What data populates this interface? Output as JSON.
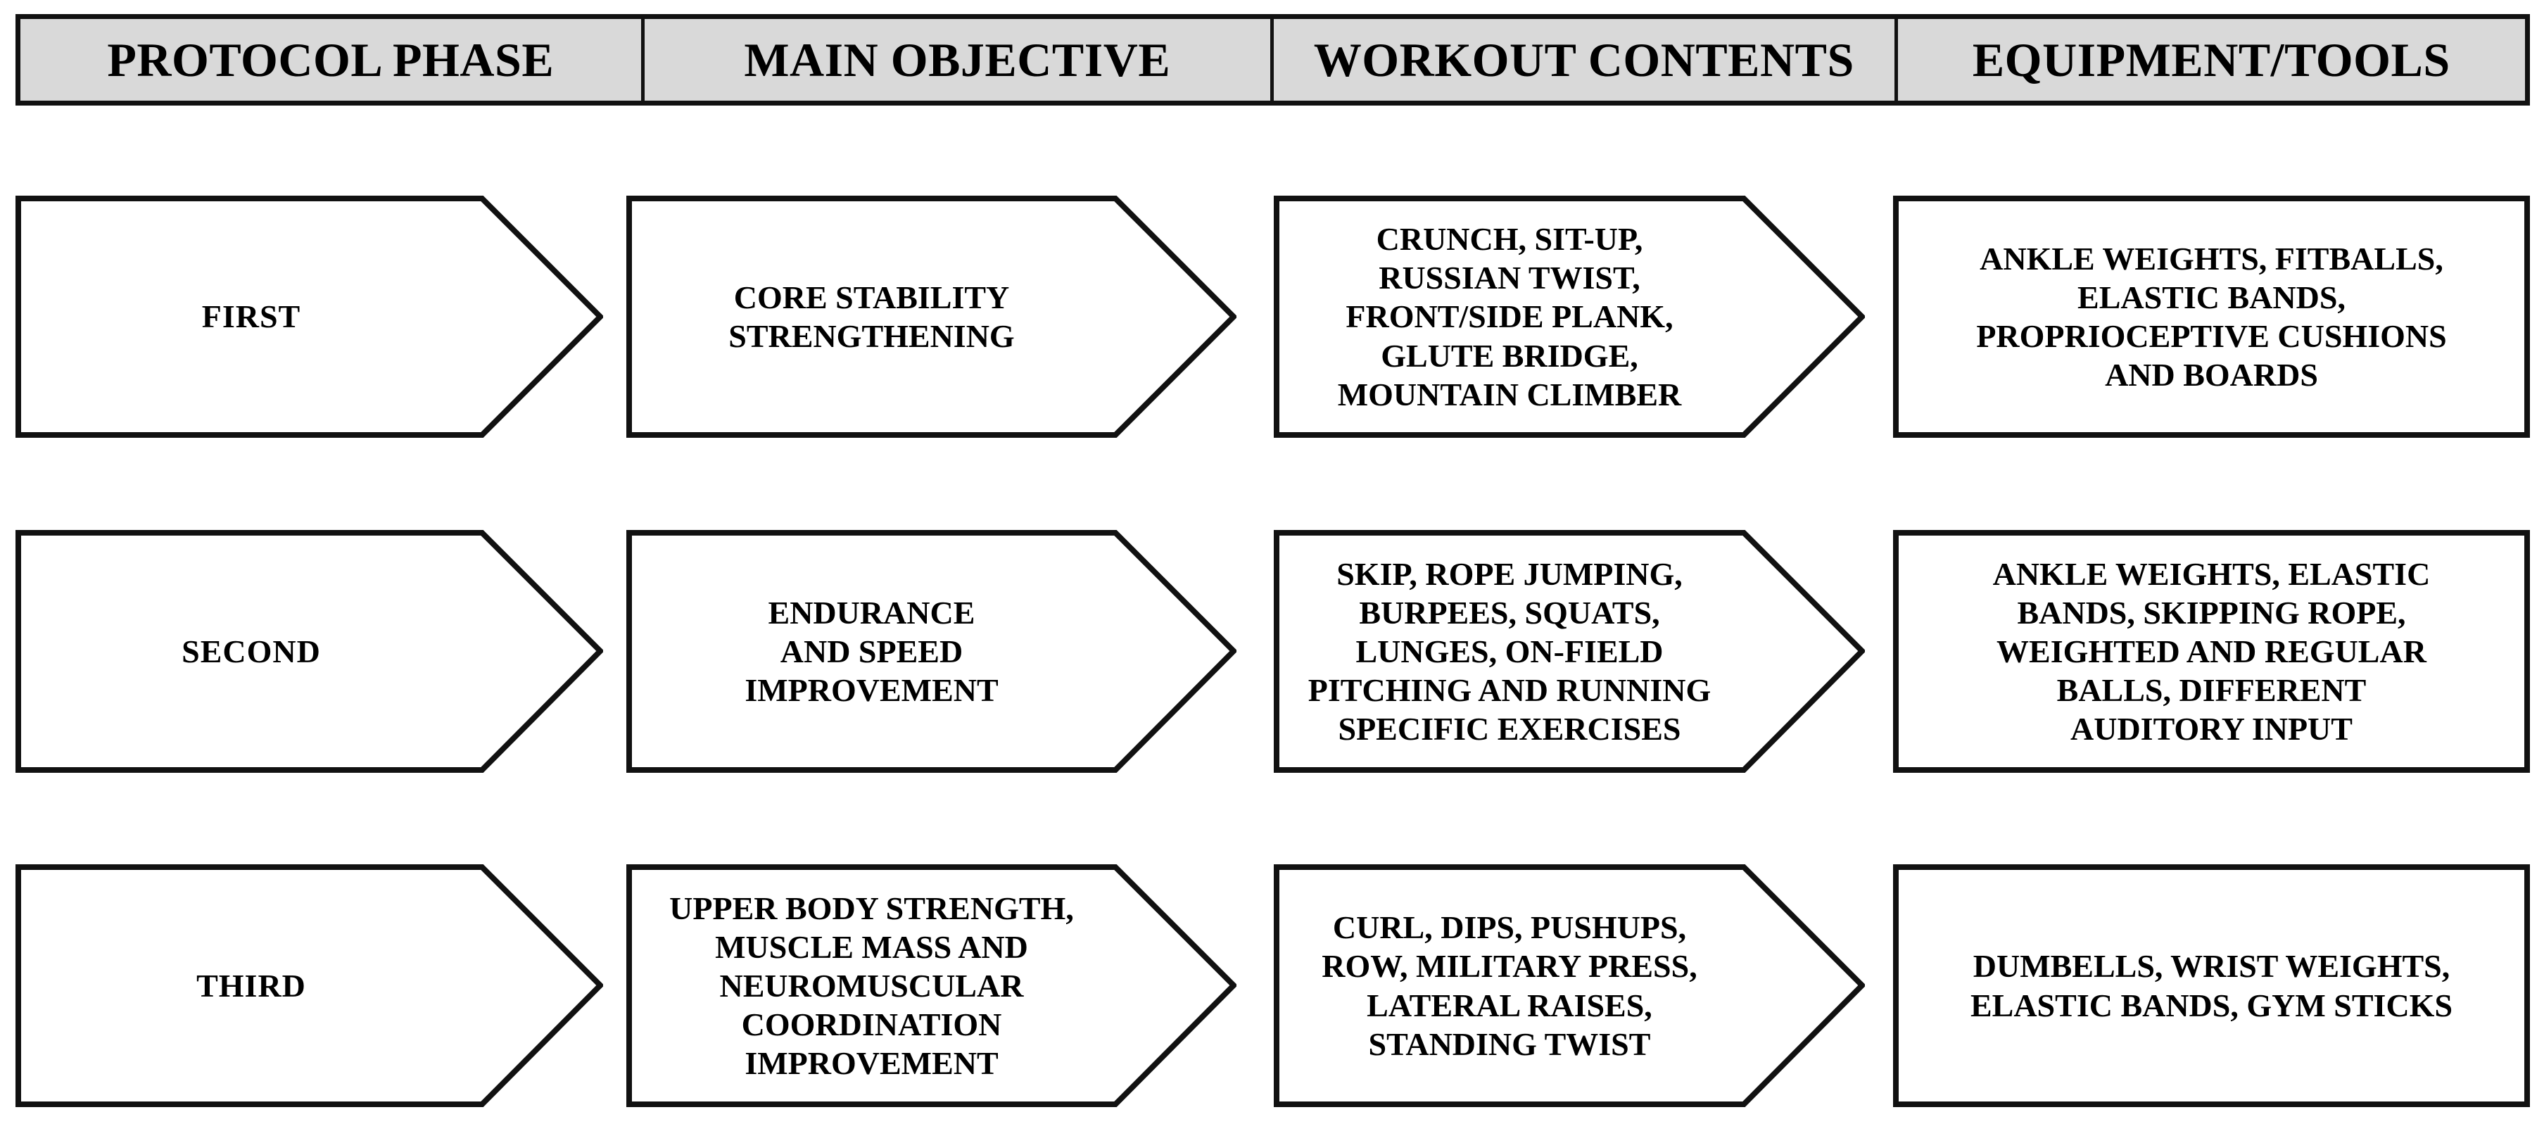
{
  "figure": {
    "type": "process-flow-table",
    "accent_header_background": "#d9d9d9",
    "stroke_color": "#111111"
  },
  "columns": [
    {
      "key": "protocol_phase",
      "header": "PROTOCOL PHASE",
      "shape": "chevron"
    },
    {
      "key": "main_objective",
      "header": "MAIN OBJECTIVE",
      "shape": "chevron"
    },
    {
      "key": "workout_contents",
      "header": "WORKOUT CONTENTS",
      "shape": "chevron"
    },
    {
      "key": "equipment_tools",
      "header": "EQUIPMENT/TOOLS",
      "shape": "rectangle"
    }
  ],
  "rows": [
    {
      "protocol_phase": "FIRST",
      "main_objective": "CORE STABILITY\nSTRENGTHENING",
      "workout_contents": "CRUNCH, SIT-UP,\nRUSSIAN TWIST,\nFRONT/SIDE PLANK,\nGLUTE BRIDGE,\nMOUNTAIN CLIMBER",
      "equipment_tools": "ANKLE WEIGHTS, FITBALLS,\nELASTIC BANDS,\nPROPRIOCEPTIVE CUSHIONS\nAND BOARDS"
    },
    {
      "protocol_phase": "SECOND",
      "main_objective": "ENDURANCE\nAND SPEED\nIMPROVEMENT",
      "workout_contents": "SKIP, ROPE JUMPING,\nBURPEES, SQUATS,\nLUNGES, ON-FIELD\nPITCHING AND RUNNING\nSPECIFIC EXERCISES",
      "equipment_tools": "ANKLE WEIGHTS, ELASTIC\nBANDS, SKIPPING ROPE,\nWEIGHTED AND REGULAR\nBALLS, DIFFERENT\nAUDITORY INPUT"
    },
    {
      "protocol_phase": "THIRD",
      "main_objective": "UPPER BODY STRENGTH,\nMUSCLE MASS AND\nNEUROMUSCULAR\nCOORDINATION\nIMPROVEMENT",
      "workout_contents": "CURL, DIPS, PUSHUPS,\nROW, MILITARY PRESS,\nLATERAL RAISES,\nSTANDING TWIST",
      "equipment_tools": "DUMBELLS, WRIST WEIGHTS,\nELASTIC BANDS, GYM STICKS"
    }
  ]
}
